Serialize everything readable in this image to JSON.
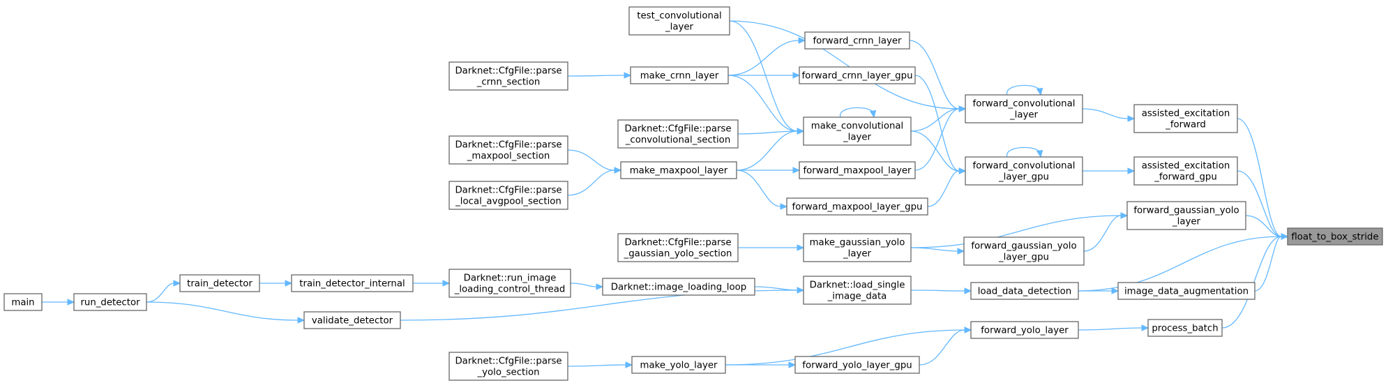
{
  "graph": {
    "nodes": {
      "float_to_box_stride": "float_to_box_stride",
      "assisted_excitation_forward": "assisted_excitation\n_forward",
      "assisted_excitation_forward_gpu": "assisted_excitation\n_forward_gpu",
      "forward_gaussian_yolo_layer": "forward_gaussian_yolo\n_layer",
      "image_data_augmentation": "image_data_augmentation",
      "process_batch": "process_batch",
      "forward_convolutional_layer": "forward_convolutional\n_layer",
      "forward_convolutional_layer_gpu": "forward_convolutional\n_layer_gpu",
      "forward_gaussian_yolo_layer_gpu": "forward_gaussian_yolo\n_layer_gpu",
      "load_data_detection": "load_data_detection",
      "forward_yolo_layer": "forward_yolo_layer",
      "test_convolutional_layer": "test_convolutional\n_layer",
      "forward_crnn_layer": "forward_crnn_layer",
      "forward_crnn_layer_gpu": "forward_crnn_layer_gpu",
      "make_crnn_layer": "make_crnn_layer",
      "make_convolutional_layer": "make_convolutional\n_layer",
      "forward_maxpool_layer": "forward_maxpool_layer",
      "make_maxpool_layer": "make_maxpool_layer",
      "forward_maxpool_layer_gpu": "forward_maxpool_layer_gpu",
      "make_gaussian_yolo_layer": "make_gaussian_yolo\n_layer",
      "load_single_image_data": "Darknet::load_single\n_image_data",
      "image_loading_loop": "Darknet::image_loading_loop",
      "run_image_loading_control_thread": "Darknet::run_image\n_loading_control_thread",
      "train_detector_internal": "train_detector_internal",
      "train_detector": "train_detector",
      "run_detector": "run_detector",
      "main": "main",
      "validate_detector": "validate_detector",
      "make_yolo_layer": "make_yolo_layer",
      "forward_yolo_layer_gpu": "forward_yolo_layer_gpu",
      "parse_crnn_section": "Darknet::CfgFile::parse\n_crnn_section",
      "parse_convolutional_section": "Darknet::CfgFile::parse\n_convolutional_section",
      "parse_maxpool_section": "Darknet::CfgFile::parse\n_maxpool_section",
      "parse_local_avgpool_section": "Darknet::CfgFile::parse\n_local_avgpool_section",
      "parse_gaussian_yolo_section": "Darknet::CfgFile::parse\n_gaussian_yolo_section",
      "parse_yolo_section": "Darknet::CfgFile::parse\n_yolo_section"
    },
    "edges": [
      [
        "assisted_excitation_forward",
        "float_to_box_stride"
      ],
      [
        "assisted_excitation_forward_gpu",
        "float_to_box_stride"
      ],
      [
        "forward_gaussian_yolo_layer",
        "float_to_box_stride"
      ],
      [
        "image_data_augmentation",
        "float_to_box_stride"
      ],
      [
        "load_data_detection",
        "float_to_box_stride"
      ],
      [
        "process_batch",
        "float_to_box_stride"
      ],
      [
        "forward_convolutional_layer",
        "assisted_excitation_forward"
      ],
      [
        "forward_convolutional_layer_gpu",
        "assisted_excitation_forward_gpu"
      ],
      [
        "make_gaussian_yolo_layer",
        "forward_gaussian_yolo_layer"
      ],
      [
        "forward_gaussian_yolo_layer_gpu",
        "forward_gaussian_yolo_layer"
      ],
      [
        "load_data_detection",
        "image_data_augmentation"
      ],
      [
        "forward_yolo_layer",
        "process_batch"
      ],
      [
        "forward_convolutional_layer",
        "forward_convolutional_layer"
      ],
      [
        "forward_convolutional_layer_gpu",
        "forward_convolutional_layer_gpu"
      ],
      [
        "make_convolutional_layer",
        "make_convolutional_layer"
      ],
      [
        "test_convolutional_layer",
        "forward_convolutional_layer"
      ],
      [
        "forward_crnn_layer",
        "forward_convolutional_layer"
      ],
      [
        "make_convolutional_layer",
        "forward_convolutional_layer"
      ],
      [
        "forward_maxpool_layer",
        "forward_convolutional_layer"
      ],
      [
        "forward_crnn_layer_gpu",
        "forward_convolutional_layer_gpu"
      ],
      [
        "make_convolutional_layer",
        "forward_convolutional_layer_gpu"
      ],
      [
        "forward_maxpool_layer_gpu",
        "forward_convolutional_layer_gpu"
      ],
      [
        "make_crnn_layer",
        "forward_crnn_layer"
      ],
      [
        "make_crnn_layer",
        "forward_crnn_layer_gpu"
      ],
      [
        "make_crnn_layer",
        "make_convolutional_layer"
      ],
      [
        "test_convolutional_layer",
        "make_convolutional_layer"
      ],
      [
        "parse_convolutional_section",
        "make_convolutional_layer"
      ],
      [
        "make_maxpool_layer",
        "make_convolutional_layer"
      ],
      [
        "make_maxpool_layer",
        "forward_maxpool_layer"
      ],
      [
        "make_maxpool_layer",
        "forward_maxpool_layer_gpu"
      ],
      [
        "parse_crnn_section",
        "make_crnn_layer"
      ],
      [
        "parse_maxpool_section",
        "make_maxpool_layer"
      ],
      [
        "parse_local_avgpool_section",
        "make_maxpool_layer"
      ],
      [
        "parse_gaussian_yolo_section",
        "make_gaussian_yolo_layer"
      ],
      [
        "make_gaussian_yolo_layer",
        "forward_gaussian_yolo_layer_gpu"
      ],
      [
        "load_single_image_data",
        "load_data_detection"
      ],
      [
        "image_loading_loop",
        "load_single_image_data"
      ],
      [
        "validate_detector",
        "load_single_image_data"
      ],
      [
        "run_image_loading_control_thread",
        "image_loading_loop"
      ],
      [
        "train_detector_internal",
        "run_image_loading_control_thread"
      ],
      [
        "train_detector",
        "train_detector_internal"
      ],
      [
        "run_detector",
        "train_detector"
      ],
      [
        "run_detector",
        "validate_detector"
      ],
      [
        "main",
        "run_detector"
      ],
      [
        "make_yolo_layer",
        "forward_yolo_layer"
      ],
      [
        "forward_yolo_layer_gpu",
        "forward_yolo_layer"
      ],
      [
        "make_yolo_layer",
        "forward_yolo_layer_gpu"
      ],
      [
        "parse_yolo_section",
        "make_yolo_layer"
      ]
    ]
  },
  "colors": {
    "edge": "#63b8ff",
    "node_border": "#666666",
    "node_fill": "#ffffff",
    "highlight_fill": "#999999"
  }
}
